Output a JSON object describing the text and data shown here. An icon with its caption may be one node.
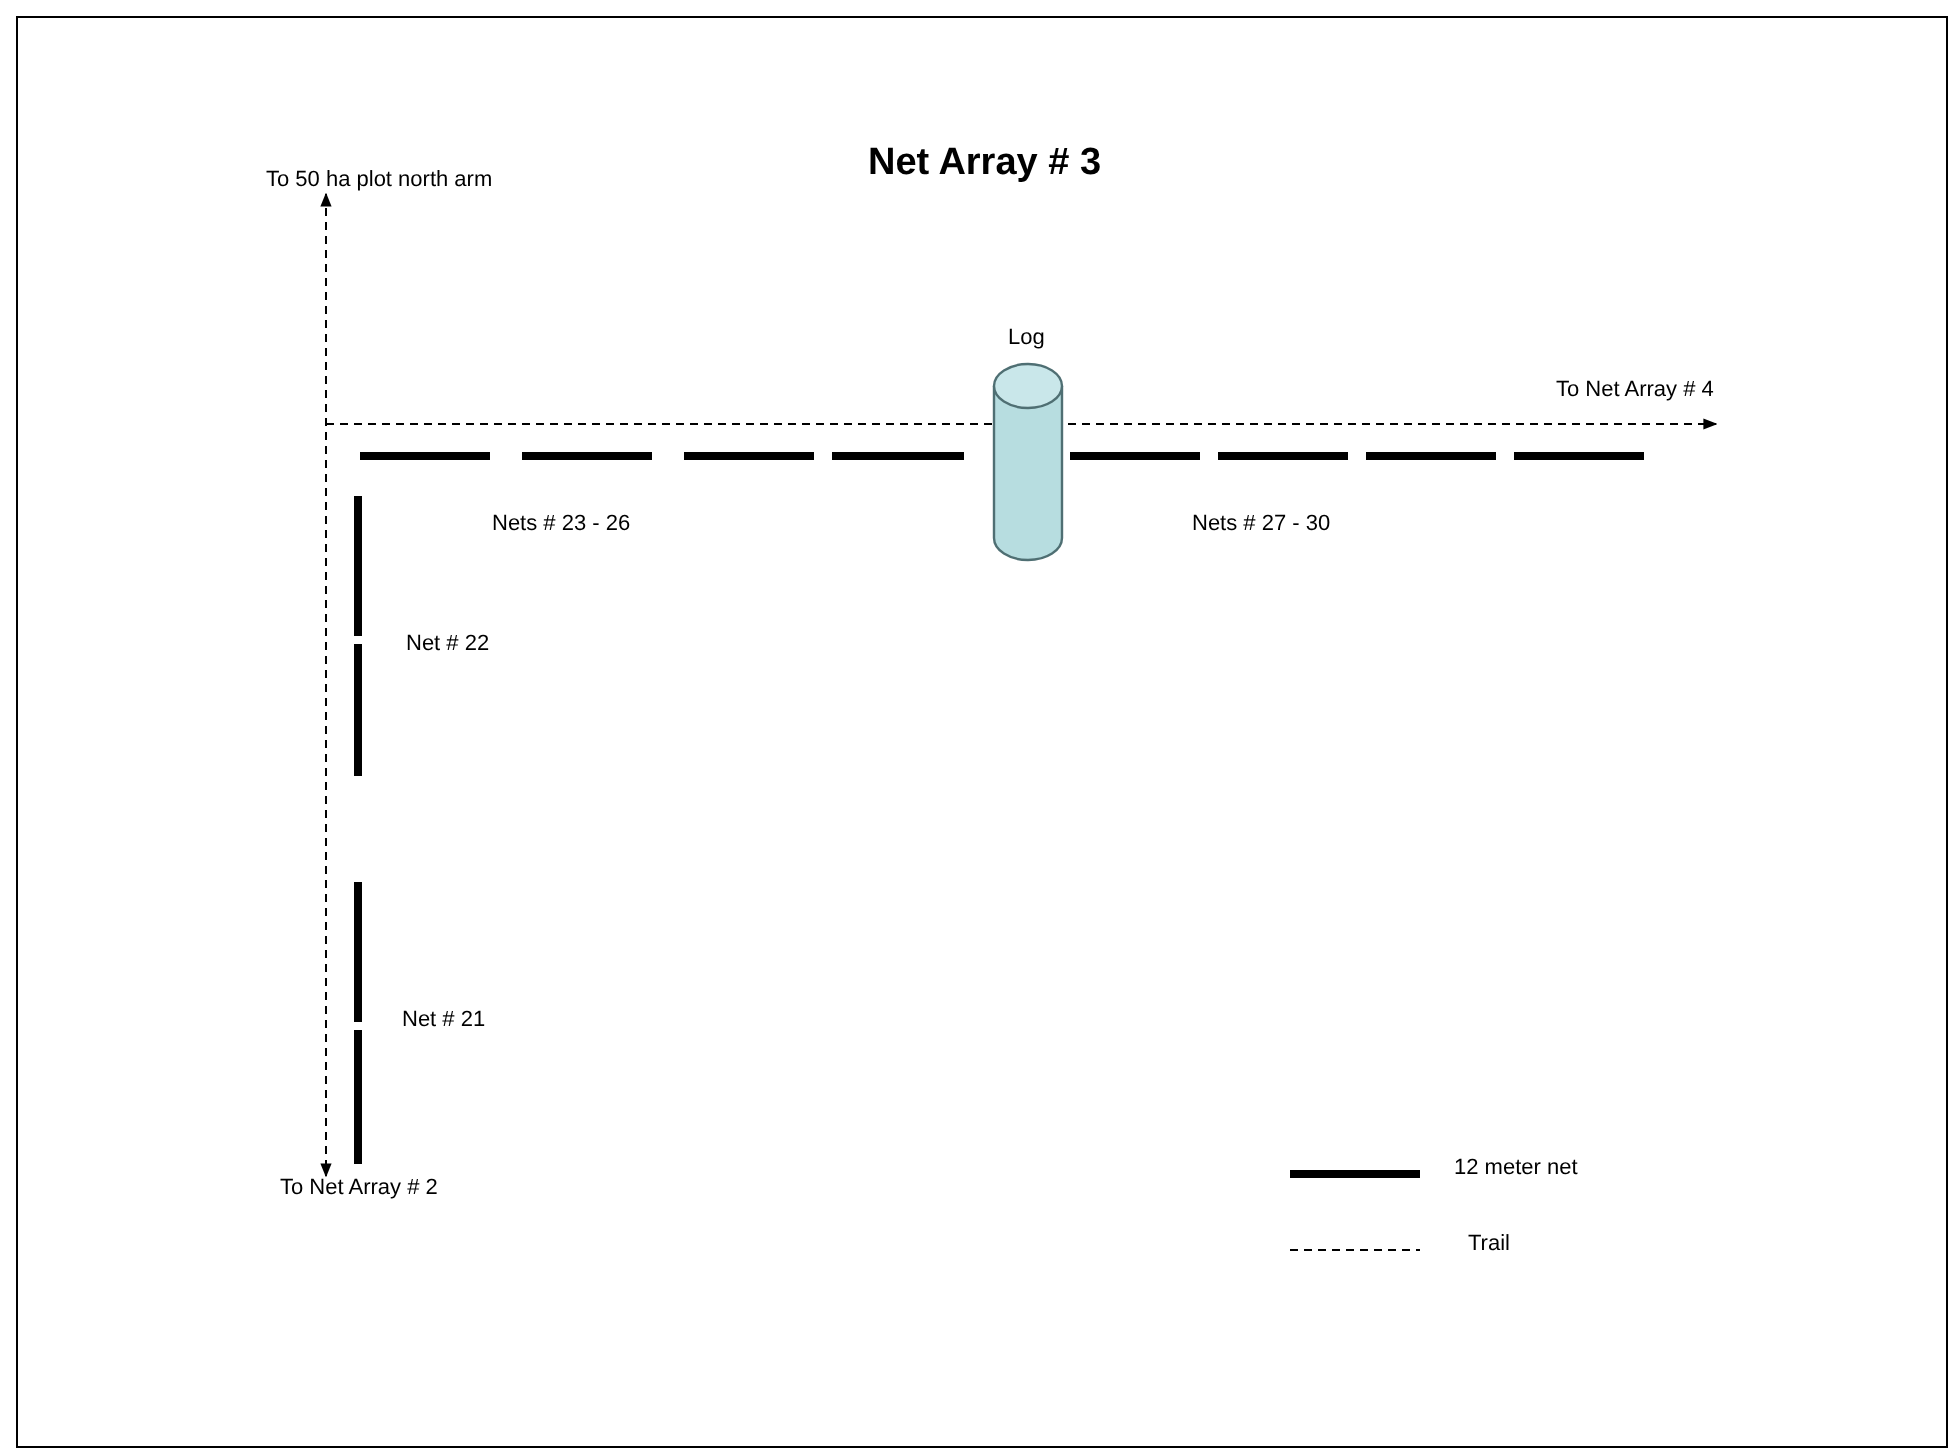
{
  "diagram": {
    "title": "Net Array # 3",
    "nodes": [
      {
        "text": [
          "To 50 ha plot north arm"
        ]
      },
      {
        "text": [
          "Log"
        ]
      },
      {
        "text": [
          "To Net Array # 4"
        ]
      },
      {
        "text": [
          "To Net Array # 2"
        ]
      }
    ],
    "edges": [
      {
        "from": 0,
        "to": 3,
        "arrow": "both",
        "style": "dashed"
      },
      {
        "from": null,
        "to": 2,
        "arrow": "to",
        "style": "dashed"
      }
    ],
    "labels": [
      "Nets # 23 - 26",
      "Nets # 27 - 30",
      "Net # 22",
      "Net # 21"
    ],
    "legend": [
      {
        "text": "12 meter net"
      },
      {
        "text": "Trail"
      }
    ]
  }
}
